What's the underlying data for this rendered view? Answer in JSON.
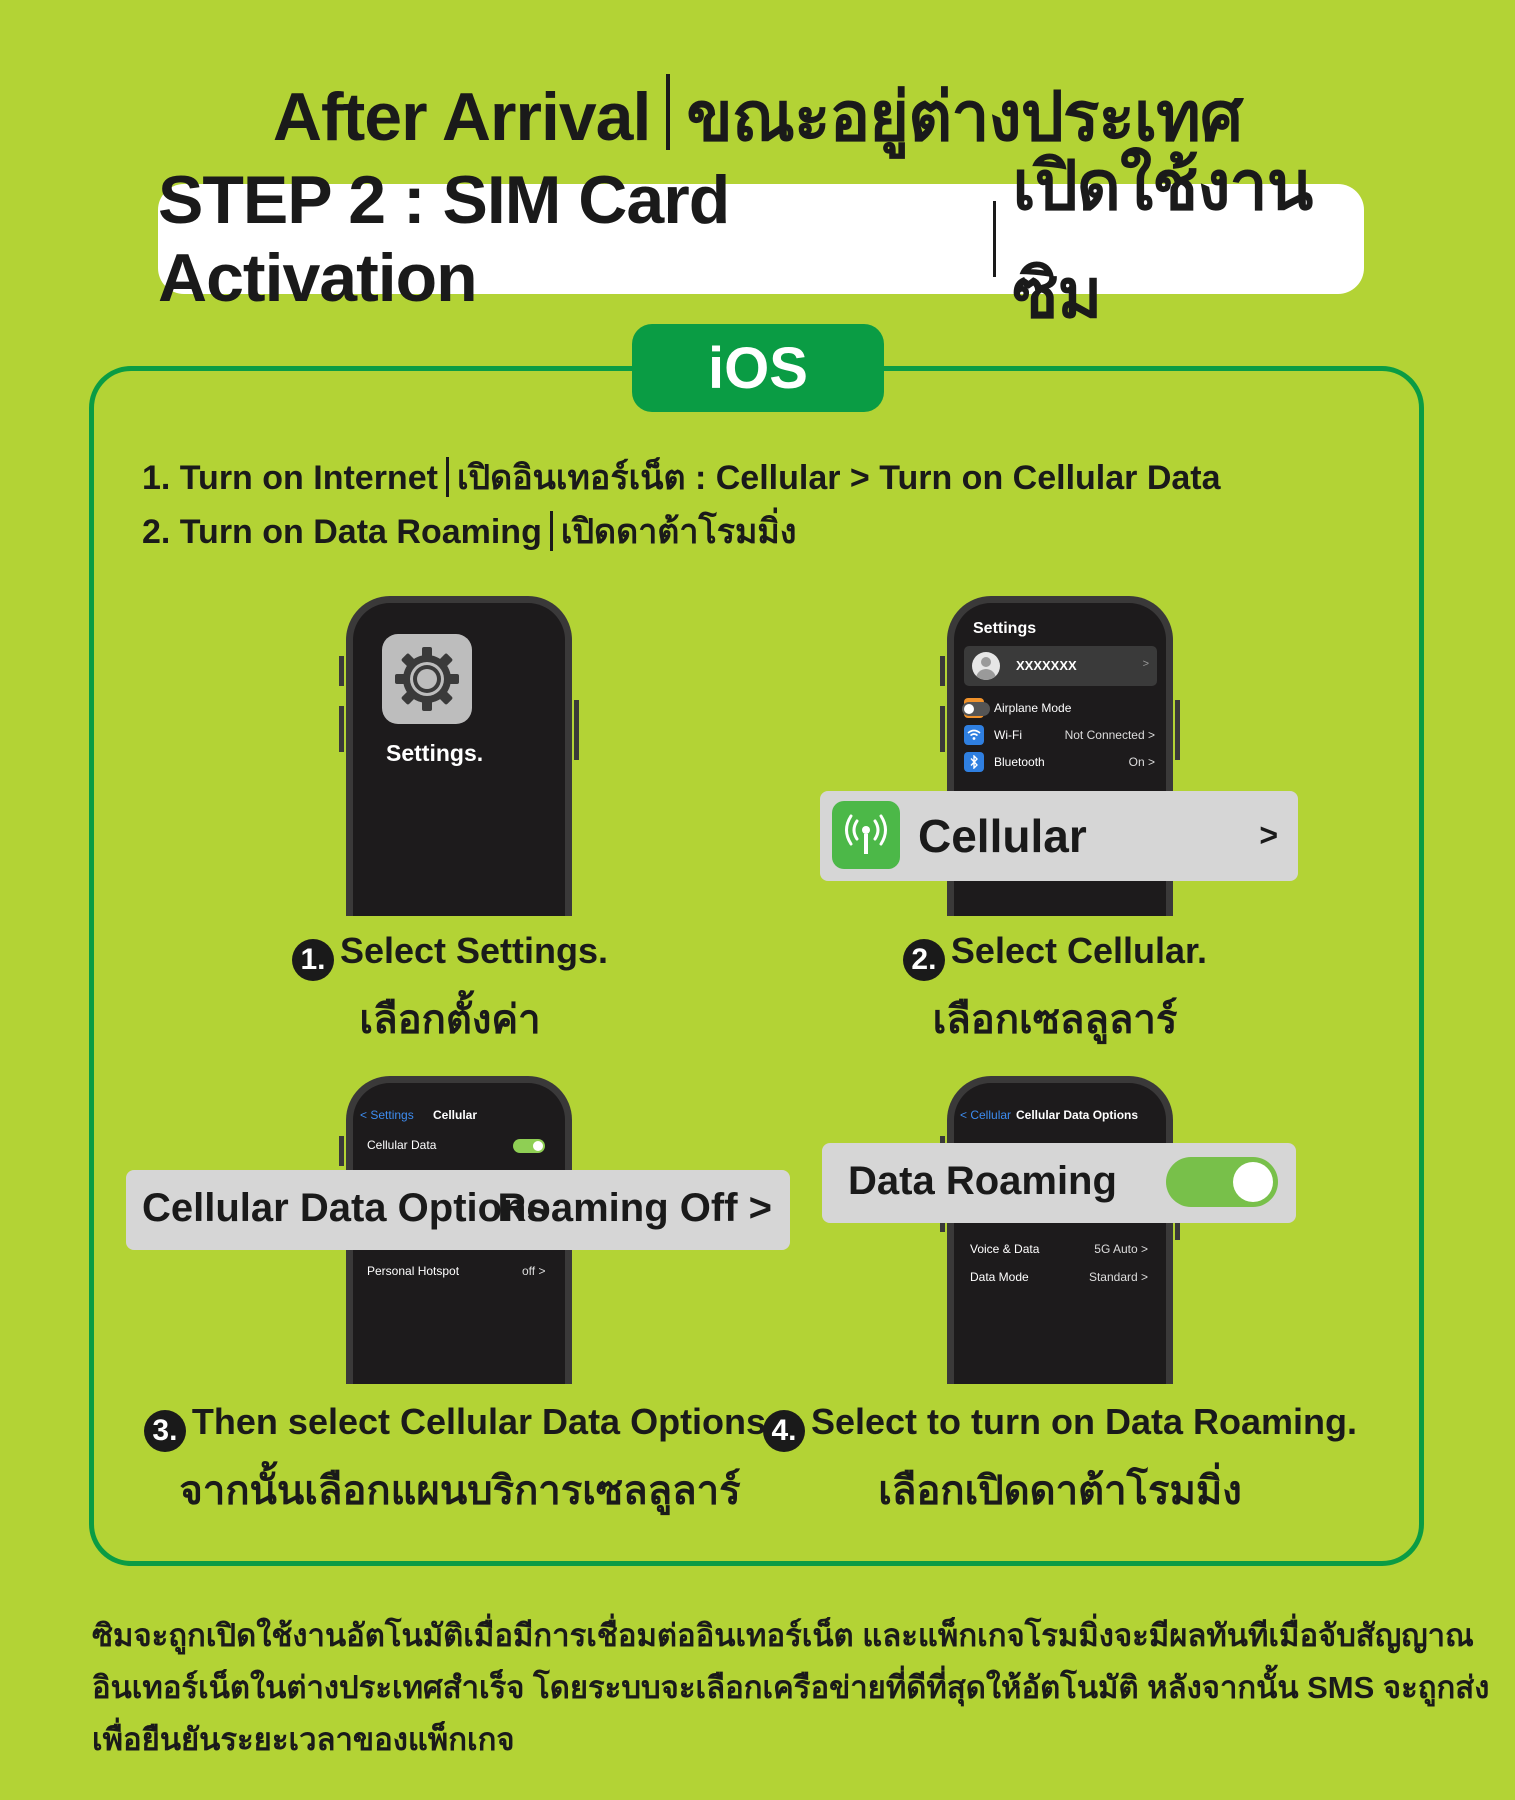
{
  "header": {
    "title_en": "After Arrival",
    "title_th": "ขณะอยู่ต่างประเทศ",
    "step_en": "STEP 2 : SIM Card Activation",
    "step_th": "เปิดใช้งานซิม"
  },
  "platform": "iOS",
  "instructions": {
    "line1_en": "1. Turn on Internet",
    "line1_th": "เปิดอินเทอร์เน็ต : Cellular > Turn on Cellular Data",
    "line2_en": "2. Turn on Data Roaming",
    "line2_th": "เปิดดาต้าโรมมิ่ง"
  },
  "phone1": {
    "app_label": "Settings.",
    "icon": "gear-icon"
  },
  "phone2": {
    "header": "Settings",
    "profile_name": "XXXXXXX",
    "profile_chevron": ">",
    "rows": [
      {
        "label": "Airplane Mode",
        "value": "",
        "icon": "airplane-icon",
        "color": "#f0922b"
      },
      {
        "label": "Wi-Fi",
        "value": "Not Connected >",
        "icon": "wifi-icon",
        "color": "#2f7fe0"
      },
      {
        "label": "Bluetooth",
        "value": "On >",
        "icon": "bluetooth-icon",
        "color": "#2f7fe0"
      }
    ],
    "overlay_label": "Cellular",
    "overlay_chevron": ">",
    "overlay_icon": "antenna-icon",
    "overlay_icon_color": "#4cb848"
  },
  "phone3": {
    "back_label": "< Settings",
    "header": "Cellular",
    "row_label": "Cellular Data",
    "overlay_label": "Cellular Data Options",
    "overlay_value": "Roaming Off >",
    "bottom_label": "Personal Hotspot",
    "bottom_value": "off >"
  },
  "phone4": {
    "back_label": "< Cellular",
    "header": "Cellular Data Options",
    "overlay_label": "Data Roaming",
    "rows": [
      {
        "label": "Voice & Data",
        "value": "5G Auto >"
      },
      {
        "label": "Data Mode",
        "value": "Standard >"
      }
    ],
    "toggle_color": "#78c04a"
  },
  "captions": [
    {
      "num": "1.",
      "en": "Select Settings.",
      "th": "เลือกตั้งค่า"
    },
    {
      "num": "2.",
      "en": "Select Cellular.",
      "th": "เลือกเซลลูลาร์"
    },
    {
      "num": "3.",
      "en": "Then select Cellular Data Options.",
      "th": "จากนั้นเลือกแผนบริการเซลลูลาร์"
    },
    {
      "num": "4.",
      "en": "Select to turn on Data Roaming.",
      "th": "เลือกเปิดดาต้าโรมมิ่ง"
    }
  ],
  "footer": {
    "line1": "ซิมจะถูกเปิดใช้งานอัตโนมัติเมื่อมีการเชื่อมต่ออินเทอร์เน็ต และแพ็กเกจโรมมิ่งจะมีผลทันทีเมื่อจับสัญญาณ",
    "line2": "อินเทอร์เน็ตในต่างประเทศสำเร็จ โดยระบบจะเลือกเครือข่ายที่ดีที่สุดให้อัตโนมัติ หลังจากนั้น SMS จะถูกส่ง",
    "line3": "เพื่อยืนยันระยะเวลาของแพ็กเกจ"
  },
  "colors": {
    "background": "#b3d335",
    "accent_green": "#0a9c44",
    "phone_screen": "#1d1b1c"
  }
}
